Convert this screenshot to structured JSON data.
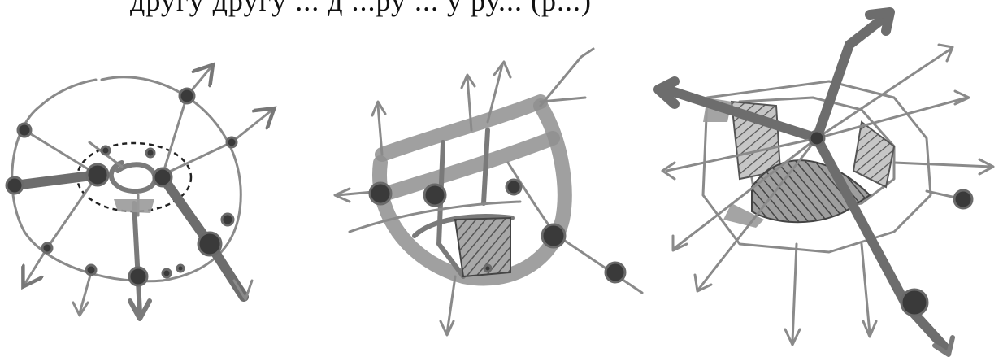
{
  "caption": {
    "partial_text": "другу другу ... д ...ру ... у ру... (р...)"
  },
  "sketches": [
    {
      "id": "left",
      "description_name": "radial-network-sketch"
    },
    {
      "id": "middle",
      "description_name": "curved-band-sketch"
    },
    {
      "id": "right",
      "description_name": "polygonal-radial-sketch"
    }
  ]
}
